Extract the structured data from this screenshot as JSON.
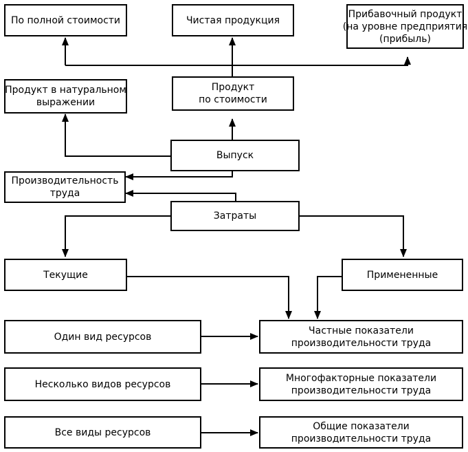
{
  "boxes": {
    "full_cost": [
      "По полной стоимости"
    ],
    "net_production": [
      "Чистая продукция"
    ],
    "surplus_product": [
      "Прибавочный продукт",
      "(на уровне предприятия",
      "(прибыль)"
    ],
    "natural_product": [
      "Продукт в натуральном",
      "выражении"
    ],
    "value_product": [
      "Продукт",
      "по стоимости"
    ],
    "output": [
      "Выпуск"
    ],
    "productivity": [
      "Производительность",
      "труда"
    ],
    "costs": [
      "Затраты"
    ],
    "current": [
      "Текущие"
    ],
    "applied": [
      "Примененные"
    ],
    "one_resource": [
      "Один вид ресурсов"
    ],
    "several_resources": [
      "Несколько видов ресурсов"
    ],
    "all_resources": [
      "Все виды ресурсов"
    ],
    "partial_indicators": [
      "Частные показатели",
      "производительности труда"
    ],
    "multifactor_indicators": [
      "Многофакторные показатели",
      "производительности труда"
    ],
    "general_indicators": [
      "Общие показатели",
      "производительности труда"
    ]
  }
}
